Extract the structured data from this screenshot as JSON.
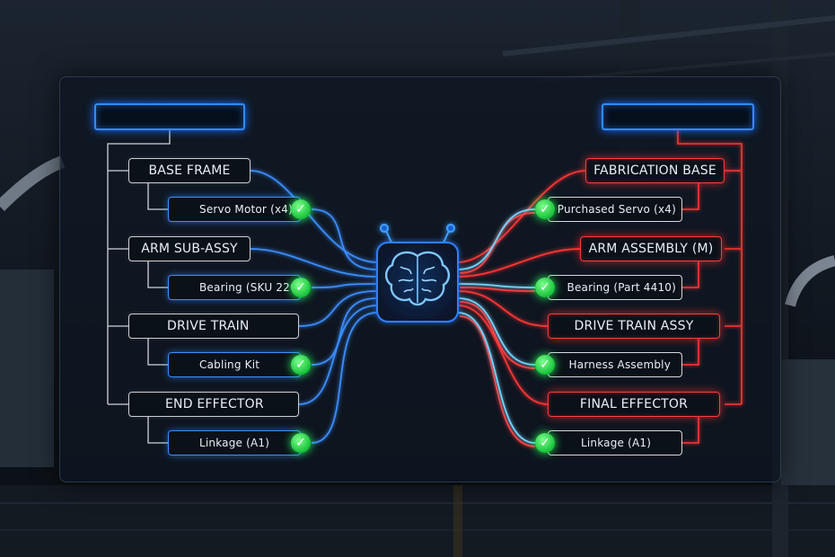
{
  "left": {
    "title": "",
    "rows": [
      {
        "category": "BASE FRAME",
        "item": "Servo Motor (x4)",
        "checked": true
      },
      {
        "category": "ARM SUB-ASSY",
        "item": "Bearing (SKU 220)",
        "checked": true
      },
      {
        "category": "DRIVE TRAIN",
        "item": "Cabling Kit",
        "checked": true
      },
      {
        "category": "END EFFECTOR",
        "item": "Linkage (A1)",
        "checked": true
      }
    ]
  },
  "right": {
    "title": "",
    "rows": [
      {
        "category": "FABRICATION BASE",
        "item": "Purchased Servo (x4)",
        "checked": true
      },
      {
        "category": "ARM ASSEMBLY (M)",
        "item": "Bearing (Part 4410)",
        "checked": true
      },
      {
        "category": "DRIVE TRAIN ASSY",
        "item": "Harness Assembly",
        "checked": true
      },
      {
        "category": "FINAL EFFECTOR",
        "item": "Linkage (A1)",
        "checked": true
      }
    ]
  },
  "hub": {
    "icon": "ai-brain-icon"
  },
  "check_glyph": "✓",
  "colors": {
    "left_accent": "#2f8cff",
    "right_accent": "#ff3b3b",
    "check": "#22d34a",
    "background": "#0d131b"
  }
}
